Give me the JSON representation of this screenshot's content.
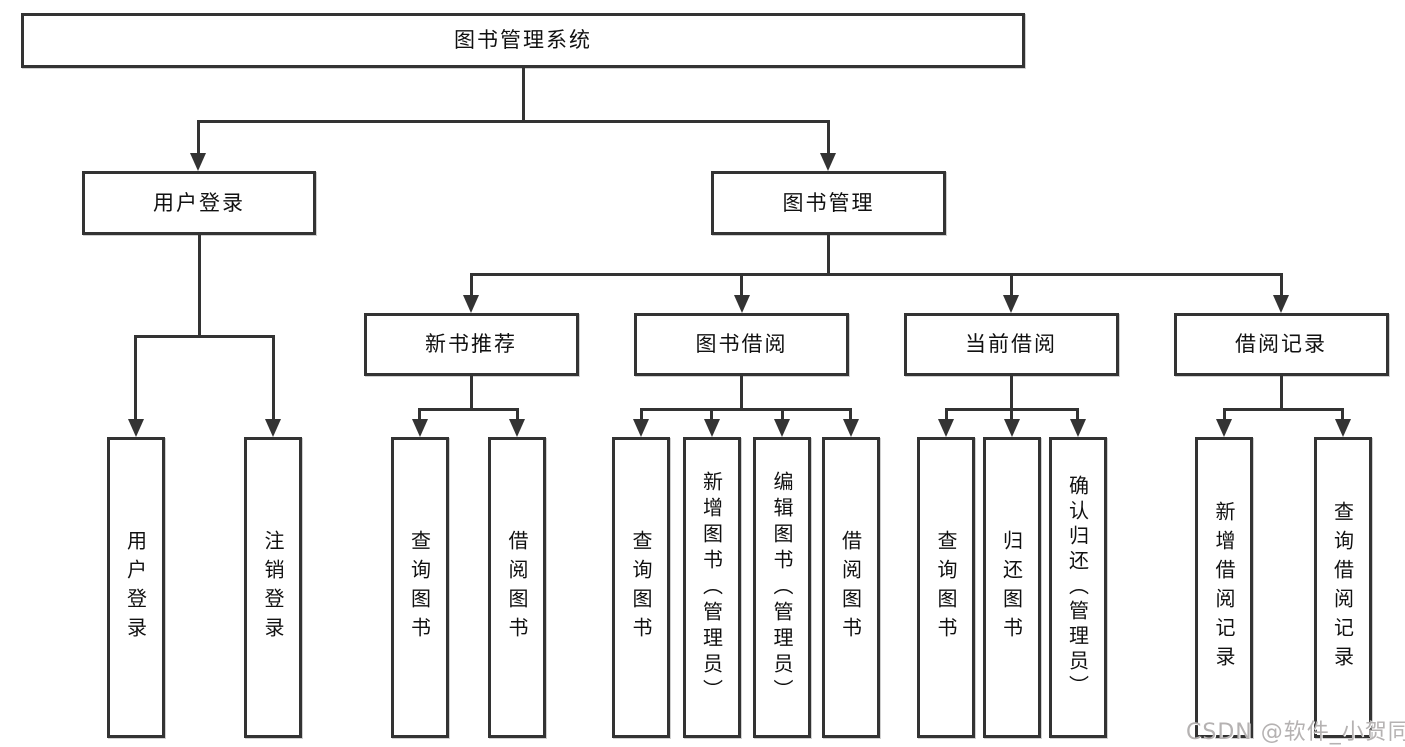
{
  "tree": {
    "root": {
      "label": "图书管理系统"
    },
    "l2": [
      {
        "label": "用户登录",
        "children": [
          {
            "label": "用户登录"
          },
          {
            "label": "注销登录"
          }
        ]
      },
      {
        "label": "图书管理",
        "children": [
          {
            "label": "新书推荐",
            "children": [
              {
                "label": "查询图书"
              },
              {
                "label": "借阅图书"
              }
            ]
          },
          {
            "label": "图书借阅",
            "children": [
              {
                "label": "查询图书"
              },
              {
                "label": "新增图书（管理员）"
              },
              {
                "label": "编辑图书（管理员）"
              },
              {
                "label": "借阅图书"
              }
            ]
          },
          {
            "label": "当前借阅",
            "children": [
              {
                "label": "查询图书"
              },
              {
                "label": "归还图书"
              },
              {
                "label": "确认归还（管理员）"
              }
            ]
          },
          {
            "label": "借阅记录",
            "children": [
              {
                "label": "新增借阅记录"
              },
              {
                "label": "查询借阅记录"
              }
            ]
          }
        ]
      }
    ]
  },
  "watermark": {
    "text": "CSDN @软件_小贺同学"
  },
  "colors": {
    "line": "#333333",
    "text": "#111111",
    "background": "#ffffff",
    "watermark": "#b5b2b2"
  }
}
